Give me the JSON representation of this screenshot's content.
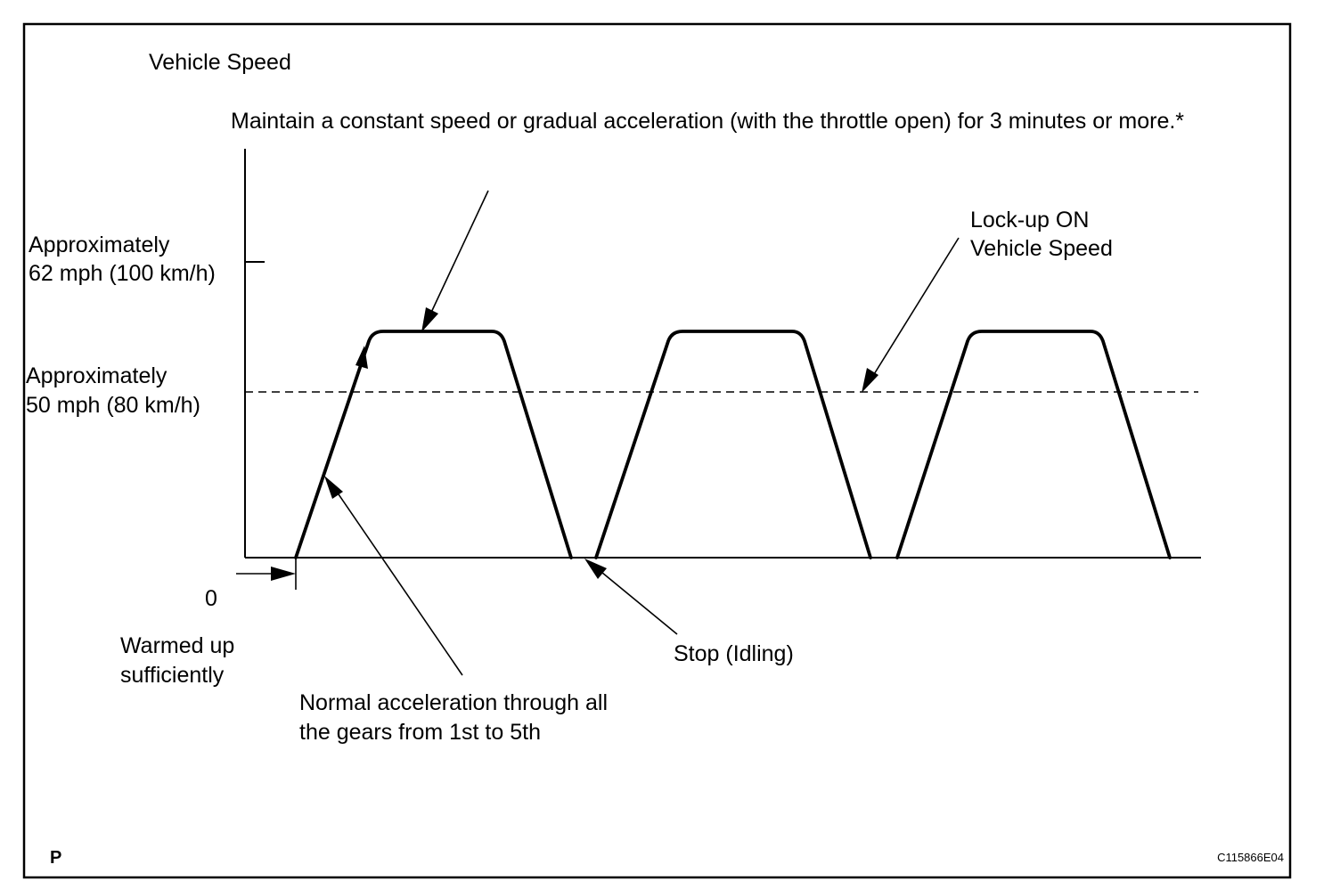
{
  "diagram": {
    "axis_title": "Vehicle Speed",
    "instruction": "Maintain a constant speed or gradual acceleration (with the throttle open) for 3 minutes or more.*",
    "y_label_62": [
      "Approximately",
      "62 mph (100 km/h)"
    ],
    "y_label_50": [
      "Approximately",
      "50 mph (80 km/h)"
    ],
    "zero_label": "0",
    "warmed_up": [
      "Warmed up",
      "sufficiently"
    ],
    "normal_accel": [
      "Normal acceleration through all",
      "the gears from 1st to 5th"
    ],
    "stop_idling": "Stop (Idling)",
    "lockup": [
      "Lock-up ON",
      "Vehicle Speed"
    ],
    "corner_letter": "P",
    "figure_code": "C115866E04",
    "cycle_count": 3
  }
}
